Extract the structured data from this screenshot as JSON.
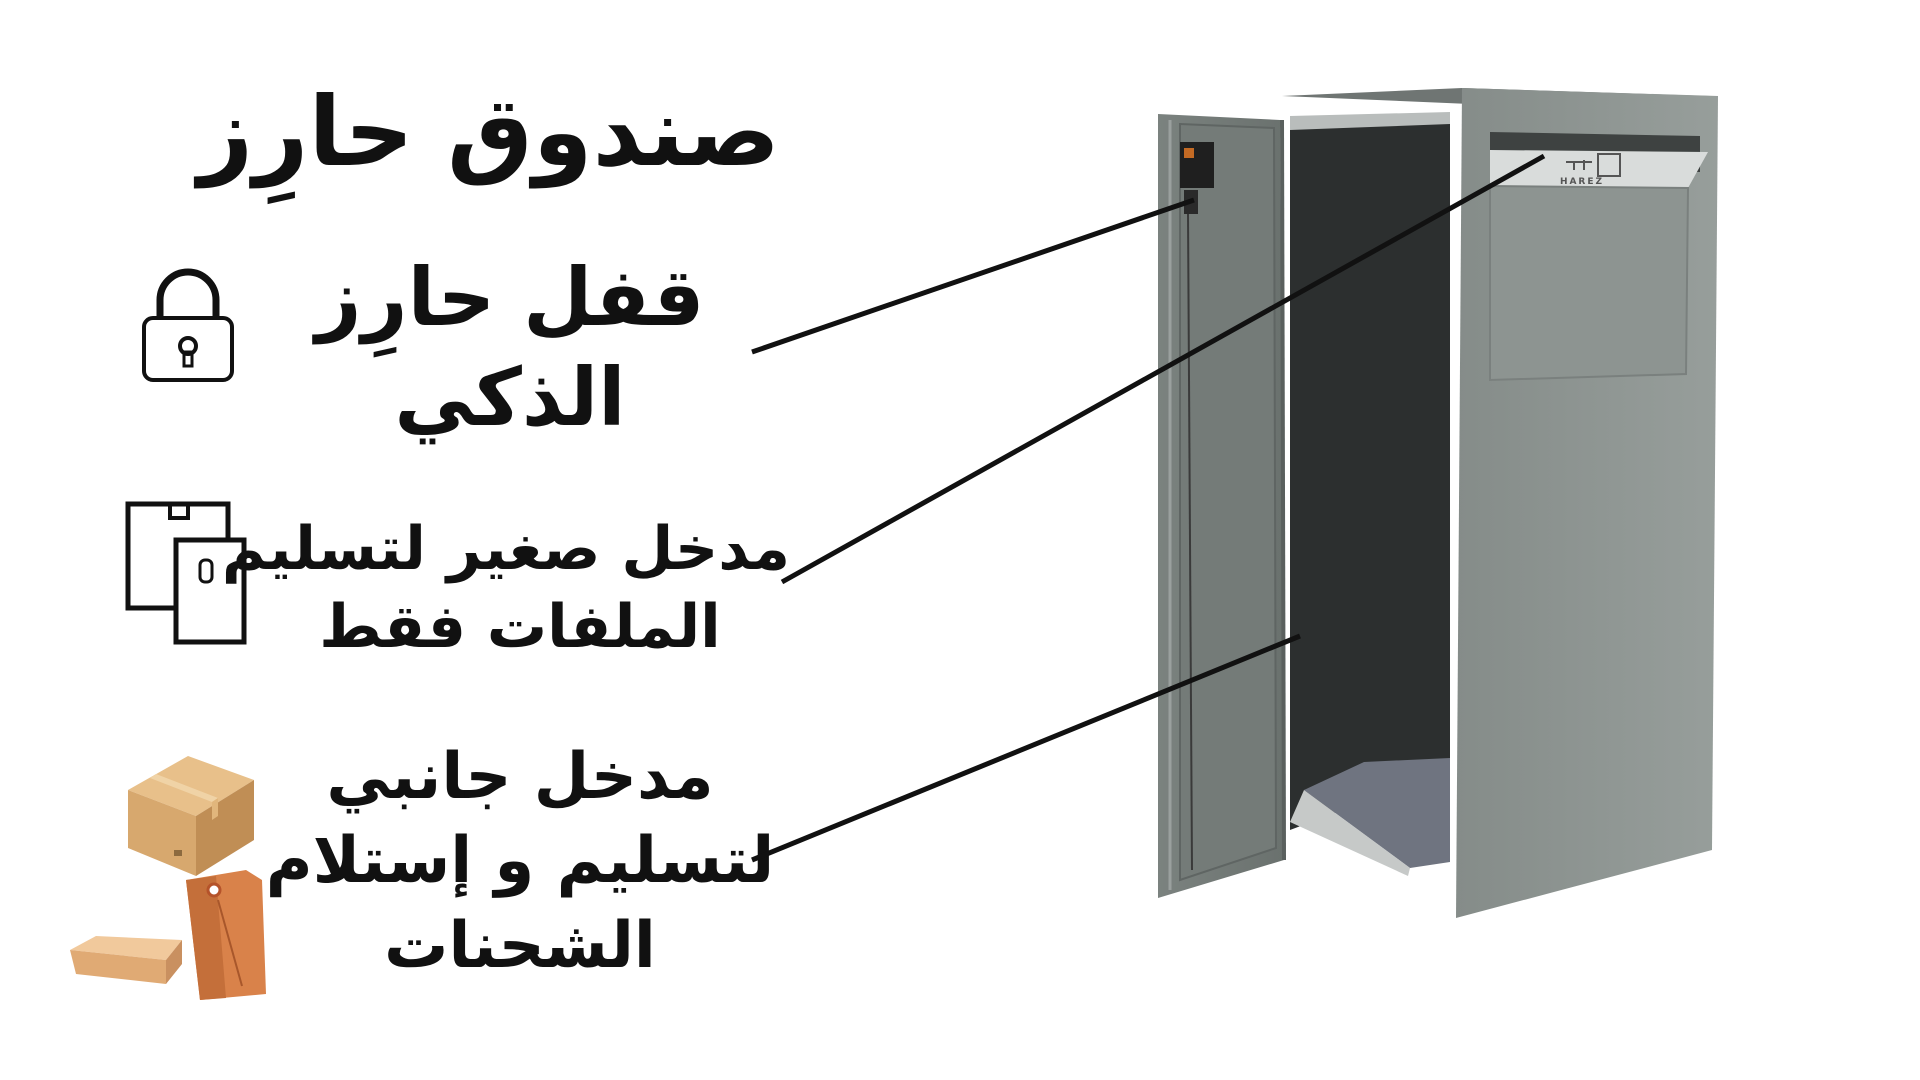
{
  "title": "صندوق حارِز",
  "features": [
    {
      "icon": "padlock-icon",
      "lines": [
        "قفل حارِز",
        "الذكي"
      ]
    },
    {
      "icon": "documents-icon",
      "lines": [
        "مدخل صغير لتسليم",
        "الملفات فقط"
      ]
    },
    {
      "icon": "parcels-icon",
      "lines": [
        "مدخل جانبي",
        "لتسليم و إستلام",
        "الشحنات"
      ]
    }
  ],
  "product": {
    "brand_arabic": "حارِز",
    "brand_latin": "HAREZ"
  },
  "colors": {
    "text": "#111111",
    "box_body": "#8f9693",
    "box_interior": "#2c2f2f",
    "carpet": "#6f7480",
    "cardboard": "#d7a86e",
    "paper_bag": "#d9824a"
  }
}
